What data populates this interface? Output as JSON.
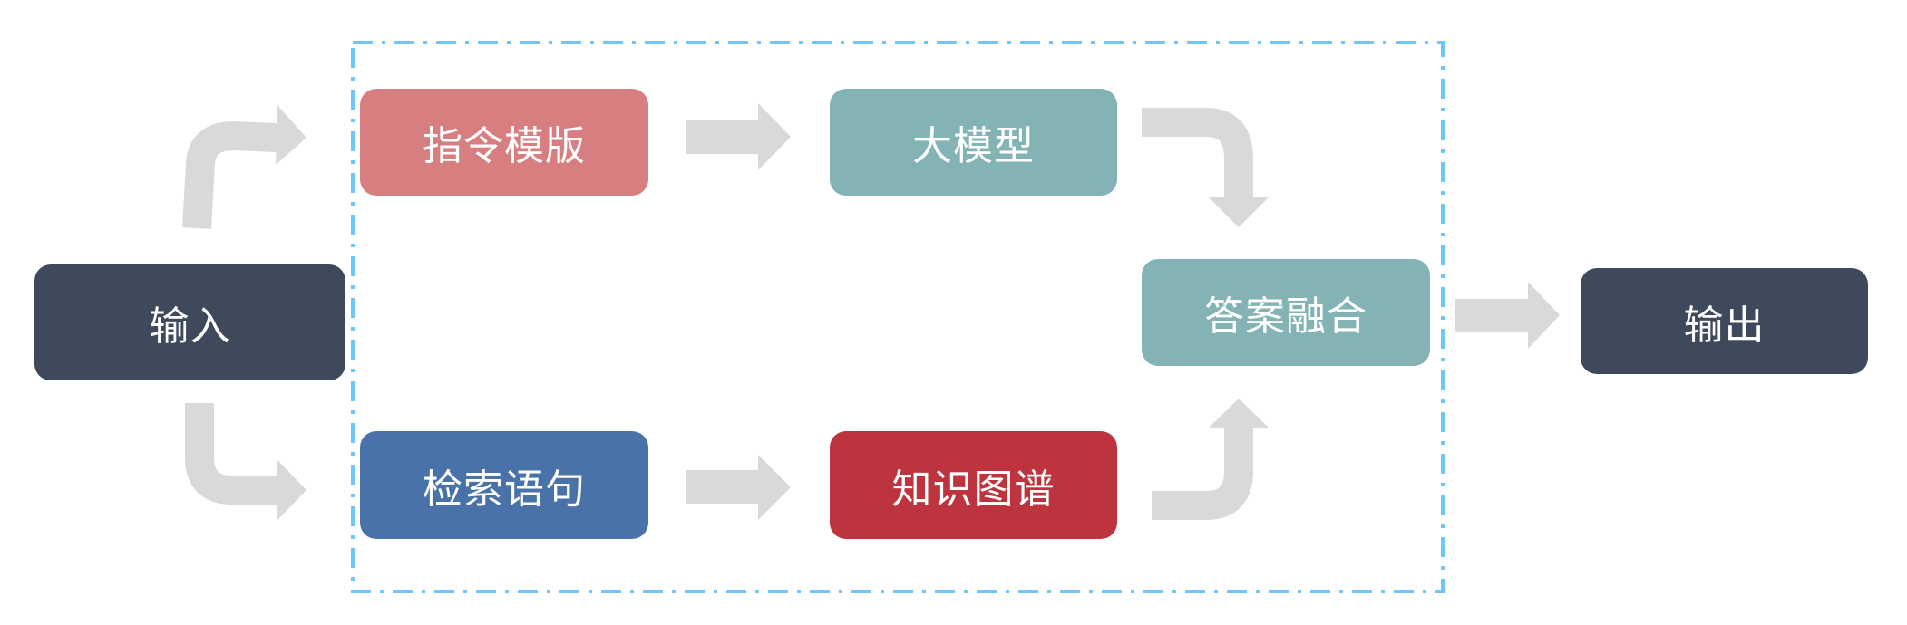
{
  "nodes": {
    "input": "输入",
    "instruction_template": "指令模版",
    "large_model": "大模型",
    "retrieval_query": "检索语句",
    "knowledge_graph": "知识图谱",
    "answer_fusion": "答案融合",
    "output": "输出"
  },
  "colors": {
    "dark": "#3f495c",
    "template": "#d77f80",
    "teal": "#83b3b5",
    "query": "#4872a8",
    "kg": "#bd343f",
    "arrow": "#d9d9d9",
    "group_border": "#6ec6f9"
  }
}
